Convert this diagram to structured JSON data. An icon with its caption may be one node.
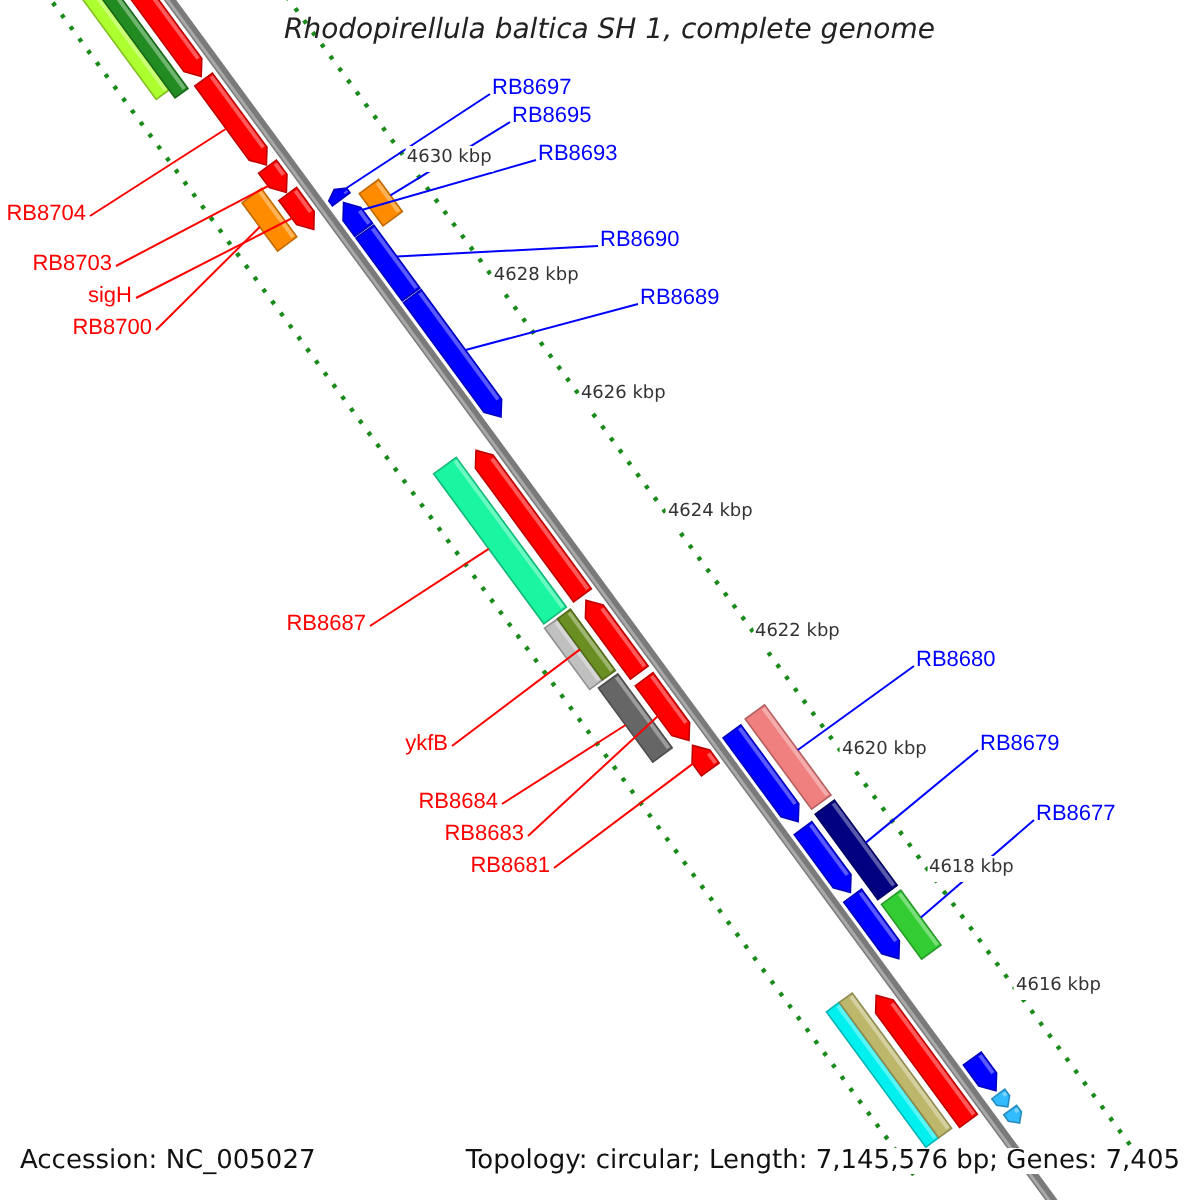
{
  "diagram": {
    "title": "Rhodopirellula baltica SH 1, complete genome",
    "nodes": [
      {
        "text": [
          "RB8697"
        ]
      },
      {
        "text": [
          "RB8695"
        ]
      },
      {
        "text": [
          "RB8693"
        ]
      },
      {
        "text": [
          "RB8704"
        ]
      },
      {
        "text": [
          "RB8690"
        ]
      },
      {
        "text": [
          "RB8703"
        ]
      },
      {
        "text": [
          "sigH"
        ]
      },
      {
        "text": [
          "RB8689"
        ]
      },
      {
        "text": [
          "RB8700"
        ]
      },
      {
        "text": [
          "RB8687"
        ]
      },
      {
        "text": [
          "RB8680"
        ]
      },
      {
        "text": [
          "ykfB"
        ]
      },
      {
        "text": [
          "RB8679"
        ]
      },
      {
        "text": [
          "RB8684"
        ]
      },
      {
        "text": [
          "RB8677"
        ]
      },
      {
        "text": [
          "RB8683"
        ]
      },
      {
        "text": [
          "RB8681"
        ]
      },
      {
        "text": [],
        "shape": "box"
      },
      {
        "text": [],
        "shape": "box"
      },
      {
        "text": [],
        "shape": "arrow"
      },
      {
        "text": [],
        "shape": "arrow"
      },
      {
        "text": [],
        "shape": "arrow"
      },
      {
        "text": [],
        "shape": "box"
      },
      {
        "text": [],
        "shape": "arrow"
      },
      {
        "text": [],
        "shape": "arrow"
      },
      {
        "text": [],
        "shape": "arrow"
      },
      {
        "text": [],
        "shape": "box"
      },
      {
        "text": [],
        "shape": "box"
      },
      {
        "text": [],
        "shape": "arrow"
      },
      {
        "text": [],
        "shape": "box"
      },
      {
        "text": [],
        "shape": "arrow"
      },
      {
        "text": [],
        "shape": "box"
      },
      {
        "text": [],
        "shape": "box"
      },
      {
        "text": [],
        "shape": "arrow"
      },
      {
        "text": [],
        "shape": "box"
      },
      {
        "text": [],
        "shape": "arrow"
      },
      {
        "text": [],
        "shape": "arrow"
      },
      {
        "text": [],
        "shape": "box"
      },
      {
        "text": [],
        "shape": "arrow"
      },
      {
        "text": [],
        "shape": "box"
      },
      {
        "text": [],
        "shape": "arrow"
      },
      {
        "text": [],
        "shape": "arrow"
      },
      {
        "text": [],
        "shape": "box"
      },
      {
        "text": [],
        "shape": "box"
      },
      {
        "text": [],
        "shape": "box"
      },
      {
        "text": [],
        "shape": "arrow"
      },
      {
        "text": [],
        "shape": "arrow"
      },
      {
        "text": [],
        "shape": "arrow"
      },
      {
        "text": [],
        "shape": "arrow"
      }
    ],
    "edges": [
      {
        "from": 0,
        "to": 24,
        "arrow": "none",
        "color": "#0000ff"
      },
      {
        "from": 1,
        "to": 26,
        "arrow": "none",
        "color": "#0000ff"
      },
      {
        "from": 2,
        "to": 25,
        "arrow": "none",
        "color": "#0000ff"
      },
      {
        "from": 3,
        "to": 20,
        "arrow": "none"
      },
      {
        "from": 4,
        "to": 27,
        "arrow": "none",
        "color": "#0000ff"
      },
      {
        "from": 5,
        "to": 21,
        "arrow": "none"
      },
      {
        "from": 6,
        "to": 23,
        "arrow": "none"
      },
      {
        "from": 7,
        "to": 28,
        "arrow": "none",
        "color": "#0000ff"
      },
      {
        "from": 8,
        "to": 22,
        "arrow": "none"
      },
      {
        "from": 9,
        "to": 29,
        "arrow": "none"
      },
      {
        "from": 10,
        "to": 37,
        "arrow": "none",
        "color": "#0000ff"
      },
      {
        "from": 11,
        "to": 32,
        "arrow": "none"
      },
      {
        "from": 12,
        "to": 39,
        "arrow": "none",
        "color": "#0000ff"
      },
      {
        "from": 13,
        "to": 34,
        "arrow": "none"
      },
      {
        "from": 14,
        "to": 42,
        "arrow": "none",
        "color": "#0000ff"
      },
      {
        "from": 15,
        "to": 35,
        "arrow": "none"
      },
      {
        "from": 16,
        "to": 36,
        "arrow": "none"
      }
    ],
    "labels": [
      "4630 kbp",
      "4628 kbp",
      "4626 kbp",
      "4624 kbp",
      "4622 kbp",
      "4620 kbp",
      "4618 kbp",
      "4616 kbp",
      "Accession: NC_005027",
      "Topology: circular; Length: 7,145,576 bp; Genes: 7,405"
    ]
  }
}
